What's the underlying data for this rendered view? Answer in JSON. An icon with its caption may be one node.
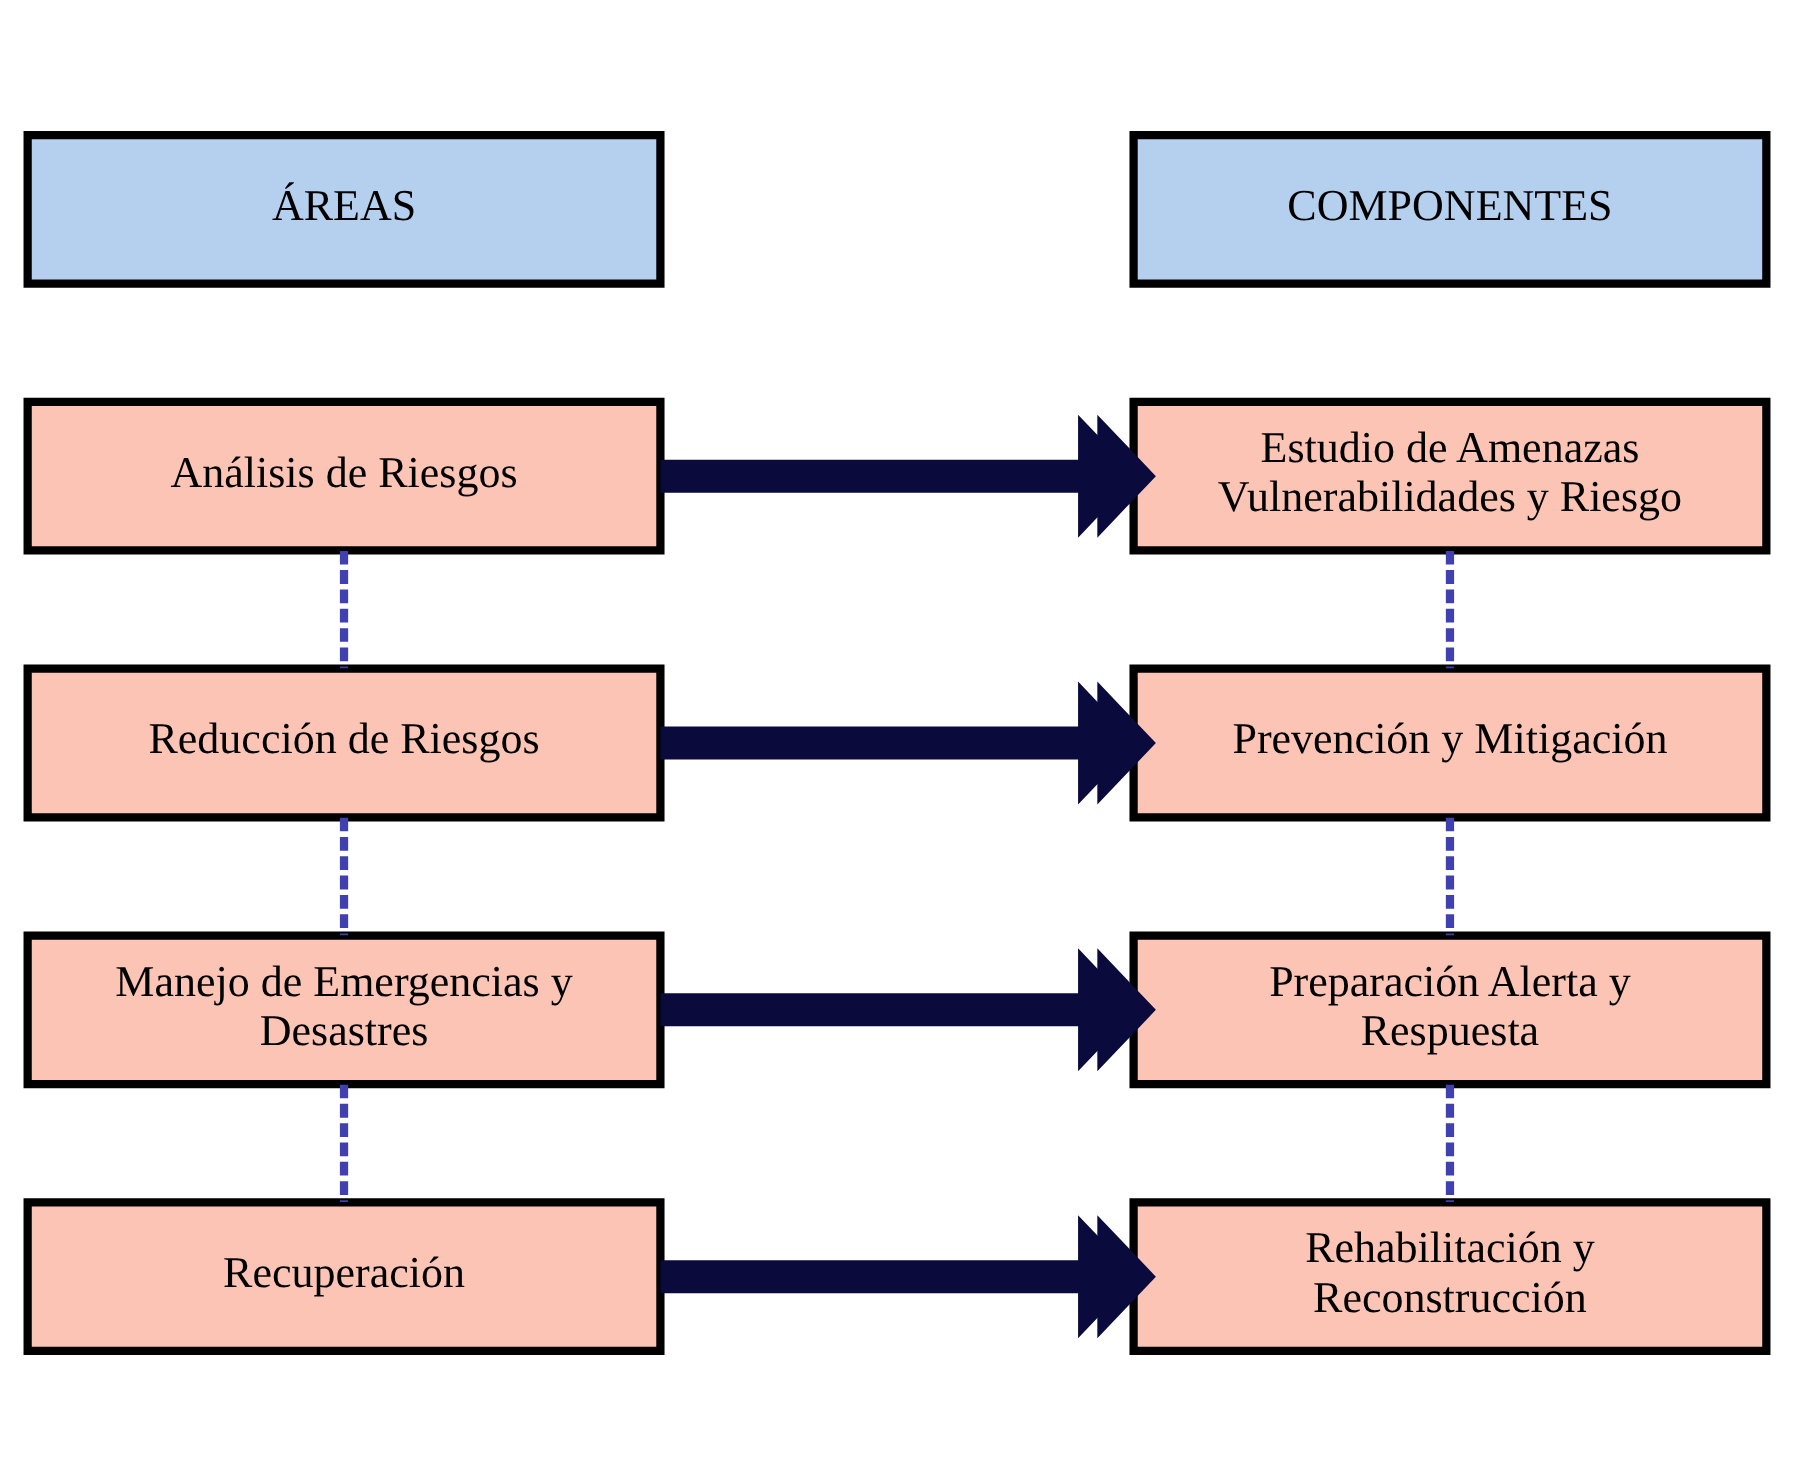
{
  "diagram": {
    "nodes": [
      {
        "text": [
          "ÁREAS"
        ]
      },
      {
        "text": [
          "COMPONENTES"
        ]
      },
      {
        "text": [
          "Análisis de Riesgos"
        ]
      },
      {
        "text": [
          "Estudio de Amenazas Vulnerabilidades y Riesgo"
        ]
      },
      {
        "text": [
          "Reducción de Riesgos"
        ]
      },
      {
        "text": [
          "Prevención y Mitigación"
        ]
      },
      {
        "text": [
          "Manejo de Emergencias y Desastres"
        ]
      },
      {
        "text": [
          "Preparación Alerta y Respuesta"
        ]
      },
      {
        "text": [
          "Recuperación"
        ]
      },
      {
        "text": [
          "Rehabilitación y Reconstrucción"
        ]
      }
    ],
    "edges": [
      {
        "from": 2,
        "to": 3,
        "arrow": "to",
        "style": "thick",
        "color": "#0a0a3c"
      },
      {
        "from": 4,
        "to": 5,
        "arrow": "to",
        "style": "thick",
        "color": "#0a0a3c"
      },
      {
        "from": 6,
        "to": 7,
        "arrow": "to",
        "style": "thick",
        "color": "#0a0a3c"
      },
      {
        "from": 8,
        "to": 9,
        "arrow": "to",
        "style": "thick",
        "color": "#0a0a3c"
      },
      {
        "from": 2,
        "to": 4,
        "arrow": "none",
        "style": "dashed",
        "color": "#4040b0"
      },
      {
        "from": 4,
        "to": 6,
        "arrow": "none",
        "style": "dashed",
        "color": "#4040b0"
      },
      {
        "from": 6,
        "to": 8,
        "arrow": "none",
        "style": "dashed",
        "color": "#4040b0"
      },
      {
        "from": 3,
        "to": 5,
        "arrow": "none",
        "style": "dashed",
        "color": "#4040b0"
      },
      {
        "from": 5,
        "to": 7,
        "arrow": "none",
        "style": "dashed",
        "color": "#4040b0"
      },
      {
        "from": 7,
        "to": 9,
        "arrow": "none",
        "style": "dashed",
        "color": "#4040b0"
      }
    ]
  }
}
